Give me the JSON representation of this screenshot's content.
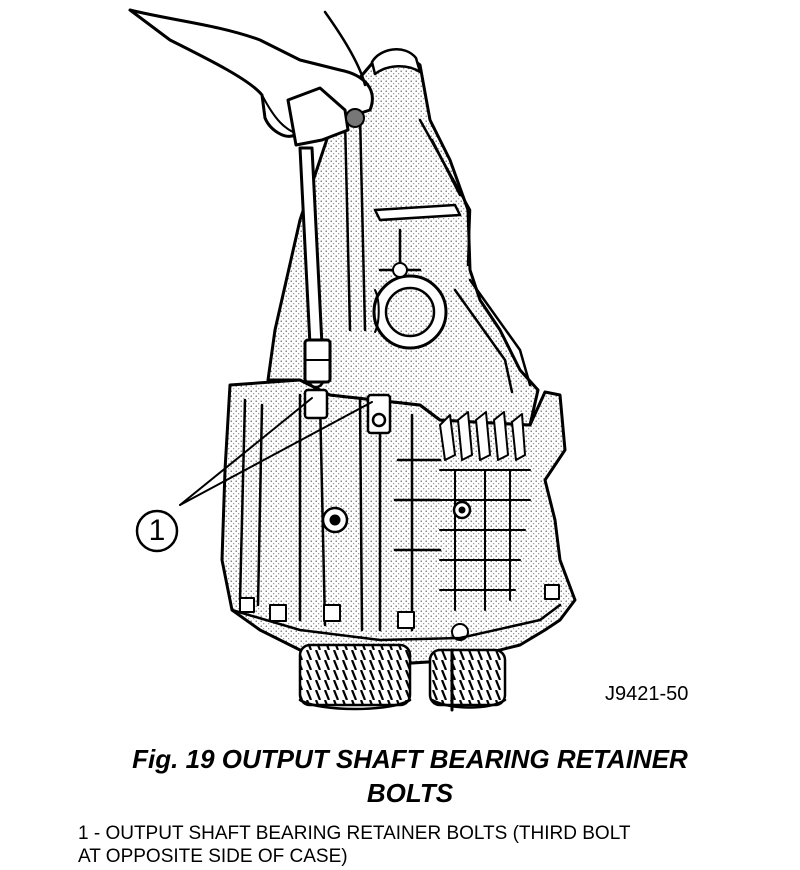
{
  "callout": {
    "number": "1"
  },
  "drawing_id": "J9421-50",
  "caption": {
    "title_line1": "Fig. 19 OUTPUT SHAFT BEARING RETAINER",
    "title_line2": "BOLTS"
  },
  "legend": {
    "line1": "1 - OUTPUT SHAFT BEARING RETAINER BOLTS (THIRD BOLT",
    "line2": "AT OPPOSITE SIDE OF CASE)"
  }
}
